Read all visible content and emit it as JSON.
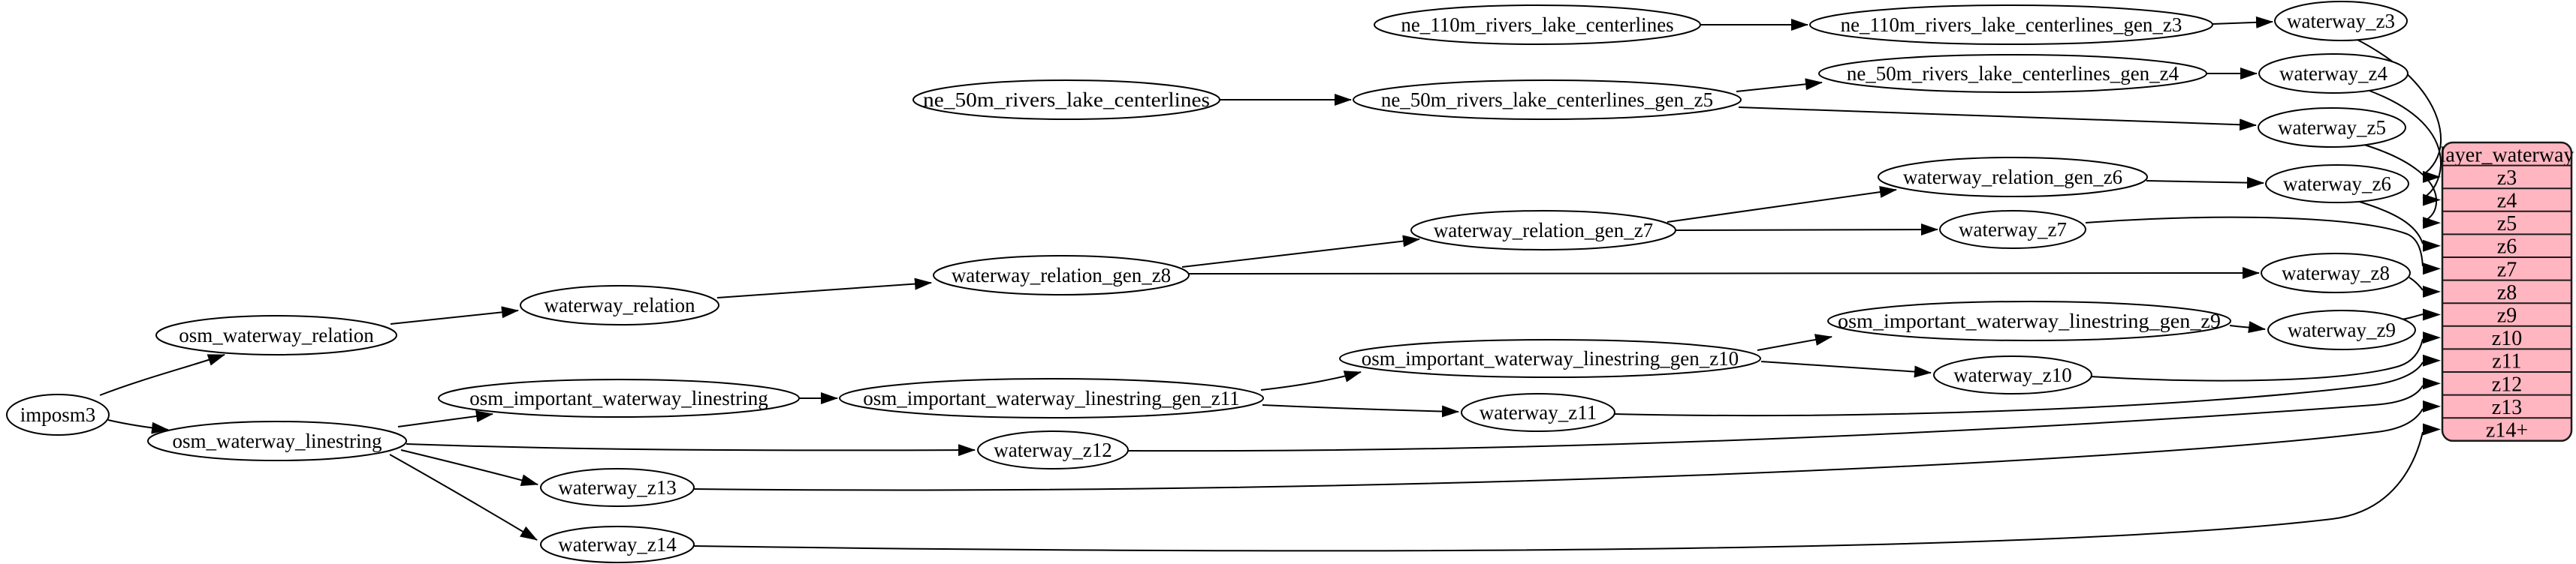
{
  "diagram": {
    "kind": "dependency-graph",
    "colors": {
      "background": "#ffffff",
      "node_fill": "#ffffff",
      "node_stroke": "#000000",
      "edge": "#000000",
      "table_fill": "#FFB6C1",
      "table_stroke": "#1a1a1a"
    },
    "nodes": [
      {
        "id": "imposm3",
        "label": "imposm3"
      },
      {
        "id": "osm_waterway_relation",
        "label": "osm_waterway_relation"
      },
      {
        "id": "osm_waterway_linestring",
        "label": "osm_waterway_linestring"
      },
      {
        "id": "waterway_relation",
        "label": "waterway_relation"
      },
      {
        "id": "waterway_relation_gen_z8",
        "label": "waterway_relation_gen_z8"
      },
      {
        "id": "waterway_relation_gen_z7",
        "label": "waterway_relation_gen_z7"
      },
      {
        "id": "waterway_relation_gen_z6",
        "label": "waterway_relation_gen_z6"
      },
      {
        "id": "ne_110m_rivers_lake_centerlines",
        "label": "ne_110m_rivers_lake_centerlines"
      },
      {
        "id": "ne_110m_rivers_lake_centerlines_gen_z3",
        "label": "ne_110m_rivers_lake_centerlines_gen_z3"
      },
      {
        "id": "ne_50m_rivers_lake_centerlines",
        "label": "ne_50m_rivers_lake_centerlines"
      },
      {
        "id": "ne_50m_rivers_lake_centerlines_gen_z5",
        "label": "ne_50m_rivers_lake_centerlines_gen_z5"
      },
      {
        "id": "ne_50m_rivers_lake_centerlines_gen_z4",
        "label": "ne_50m_rivers_lake_centerlines_gen_z4"
      },
      {
        "id": "osm_important_waterway_linestring",
        "label": "osm_important_waterway_linestring"
      },
      {
        "id": "osm_important_waterway_linestring_gen_z11",
        "label": "osm_important_waterway_linestring_gen_z11"
      },
      {
        "id": "osm_important_waterway_linestring_gen_z10",
        "label": "osm_important_waterway_linestring_gen_z10"
      },
      {
        "id": "osm_important_waterway_linestring_gen_z9",
        "label": "osm_important_waterway_linestring_gen_z9"
      },
      {
        "id": "waterway_z3",
        "label": "waterway_z3"
      },
      {
        "id": "waterway_z4",
        "label": "waterway_z4"
      },
      {
        "id": "waterway_z5",
        "label": "waterway_z5"
      },
      {
        "id": "waterway_z6",
        "label": "waterway_z6"
      },
      {
        "id": "waterway_z7",
        "label": "waterway_z7"
      },
      {
        "id": "waterway_z8",
        "label": "waterway_z8"
      },
      {
        "id": "waterway_z9",
        "label": "waterway_z9"
      },
      {
        "id": "waterway_z10",
        "label": "waterway_z10"
      },
      {
        "id": "waterway_z11",
        "label": "waterway_z11"
      },
      {
        "id": "waterway_z12",
        "label": "waterway_z12"
      },
      {
        "id": "waterway_z13",
        "label": "waterway_z13"
      },
      {
        "id": "waterway_z14",
        "label": "waterway_z14"
      }
    ],
    "table": {
      "id": "layer_waterway",
      "header": "layer_waterway",
      "rows": [
        "z3",
        "z4",
        "z5",
        "z6",
        "z7",
        "z8",
        "z9",
        "z10",
        "z11",
        "z12",
        "z13",
        "z14+"
      ]
    },
    "edges": [
      {
        "from": "imposm3",
        "to": "osm_waterway_relation"
      },
      {
        "from": "imposm3",
        "to": "osm_waterway_linestring"
      },
      {
        "from": "osm_waterway_relation",
        "to": "waterway_relation"
      },
      {
        "from": "waterway_relation",
        "to": "waterway_relation_gen_z8"
      },
      {
        "from": "waterway_relation_gen_z8",
        "to": "waterway_relation_gen_z7"
      },
      {
        "from": "waterway_relation_gen_z8",
        "to": "waterway_z8"
      },
      {
        "from": "waterway_relation_gen_z7",
        "to": "waterway_relation_gen_z6"
      },
      {
        "from": "waterway_relation_gen_z7",
        "to": "waterway_z7"
      },
      {
        "from": "waterway_relation_gen_z6",
        "to": "waterway_z6"
      },
      {
        "from": "ne_110m_rivers_lake_centerlines",
        "to": "ne_110m_rivers_lake_centerlines_gen_z3"
      },
      {
        "from": "ne_110m_rivers_lake_centerlines_gen_z3",
        "to": "waterway_z3"
      },
      {
        "from": "ne_50m_rivers_lake_centerlines",
        "to": "ne_50m_rivers_lake_centerlines_gen_z5"
      },
      {
        "from": "ne_50m_rivers_lake_centerlines_gen_z5",
        "to": "ne_50m_rivers_lake_centerlines_gen_z4"
      },
      {
        "from": "ne_50m_rivers_lake_centerlines_gen_z5",
        "to": "waterway_z5"
      },
      {
        "from": "ne_50m_rivers_lake_centerlines_gen_z4",
        "to": "waterway_z4"
      },
      {
        "from": "osm_waterway_linestring",
        "to": "osm_important_waterway_linestring"
      },
      {
        "from": "osm_waterway_linestring",
        "to": "waterway_z12"
      },
      {
        "from": "osm_waterway_linestring",
        "to": "waterway_z13"
      },
      {
        "from": "osm_waterway_linestring",
        "to": "waterway_z14"
      },
      {
        "from": "osm_important_waterway_linestring",
        "to": "osm_important_waterway_linestring_gen_z11"
      },
      {
        "from": "osm_important_waterway_linestring_gen_z11",
        "to": "osm_important_waterway_linestring_gen_z10"
      },
      {
        "from": "osm_important_waterway_linestring_gen_z11",
        "to": "waterway_z11"
      },
      {
        "from": "osm_important_waterway_linestring_gen_z10",
        "to": "osm_important_waterway_linestring_gen_z9"
      },
      {
        "from": "osm_important_waterway_linestring_gen_z10",
        "to": "waterway_z10"
      },
      {
        "from": "osm_important_waterway_linestring_gen_z9",
        "to": "waterway_z9"
      },
      {
        "from": "waterway_z3",
        "to": "layer_waterway.z3"
      },
      {
        "from": "waterway_z4",
        "to": "layer_waterway.z4"
      },
      {
        "from": "waterway_z5",
        "to": "layer_waterway.z5"
      },
      {
        "from": "waterway_z6",
        "to": "layer_waterway.z6"
      },
      {
        "from": "waterway_z7",
        "to": "layer_waterway.z7"
      },
      {
        "from": "waterway_z8",
        "to": "layer_waterway.z8"
      },
      {
        "from": "waterway_z9",
        "to": "layer_waterway.z9"
      },
      {
        "from": "waterway_z10",
        "to": "layer_waterway.z10"
      },
      {
        "from": "waterway_z11",
        "to": "layer_waterway.z11"
      },
      {
        "from": "waterway_z12",
        "to": "layer_waterway.z12"
      },
      {
        "from": "waterway_z13",
        "to": "layer_waterway.z13"
      },
      {
        "from": "waterway_z14",
        "to": "layer_waterway.z14+"
      }
    ]
  }
}
